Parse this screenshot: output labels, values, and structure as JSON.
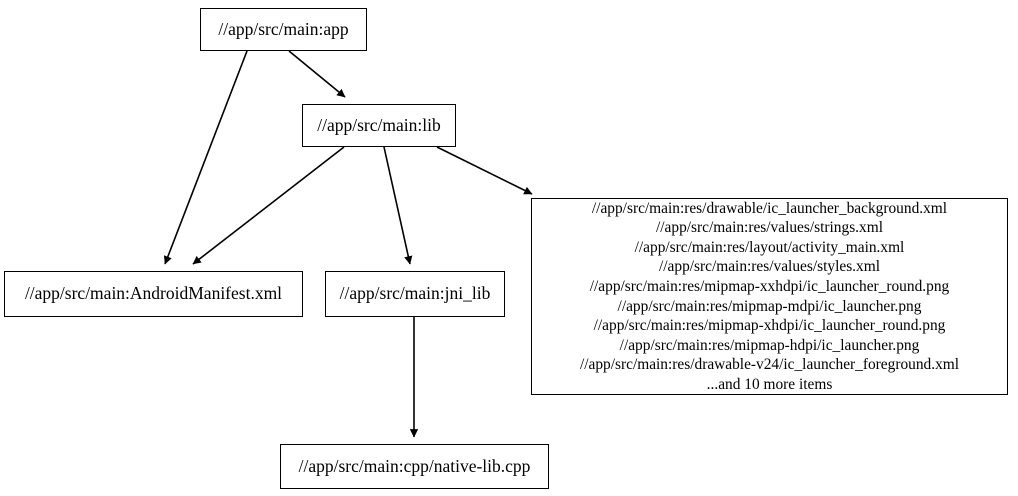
{
  "graph": {
    "type": "dependency-graph",
    "direction": "top-to-bottom",
    "background_color": "#ffffff",
    "node_fill": "#ffffff",
    "node_stroke": "#000000",
    "edge_color": "#000000",
    "nodes": [
      {
        "id": "app",
        "label": "//app/src/main:app"
      },
      {
        "id": "lib",
        "label": "//app/src/main:lib"
      },
      {
        "id": "manifest",
        "label": "//app/src/main:AndroidManifest.xml"
      },
      {
        "id": "jni",
        "label": "//app/src/main:jni_lib"
      },
      {
        "id": "native",
        "label": "//app/src/main:cpp/native-lib.cpp"
      },
      {
        "id": "res",
        "label": "//app/src/main:res/drawable/ic_launcher_background.xml\n//app/src/main:res/values/strings.xml\n//app/src/main:res/layout/activity_main.xml\n//app/src/main:res/values/styles.xml\n//app/src/main:res/mipmap-xxhdpi/ic_launcher_round.png\n//app/src/main:res/mipmap-mdpi/ic_launcher.png\n//app/src/main:res/mipmap-xhdpi/ic_launcher_round.png\n//app/src/main:res/mipmap-hdpi/ic_launcher.png\n//app/src/main:res/drawable-v24/ic_launcher_foreground.xml\n...and 10 more items",
        "lines": [
          "//app/src/main:res/drawable/ic_launcher_background.xml",
          "//app/src/main:res/values/strings.xml",
          "//app/src/main:res/layout/activity_main.xml",
          "//app/src/main:res/values/styles.xml",
          "//app/src/main:res/mipmap-xxhdpi/ic_launcher_round.png",
          "//app/src/main:res/mipmap-mdpi/ic_launcher.png",
          "//app/src/main:res/mipmap-xhdpi/ic_launcher_round.png",
          "//app/src/main:res/mipmap-hdpi/ic_launcher.png",
          "//app/src/main:res/drawable-v24/ic_launcher_foreground.xml",
          "...and 10 more items"
        ]
      }
    ],
    "edges": [
      {
        "id": "app-lib",
        "from": "app",
        "to": "lib"
      },
      {
        "id": "app-manifest",
        "from": "app",
        "to": "manifest"
      },
      {
        "id": "lib-manifest",
        "from": "lib",
        "to": "manifest"
      },
      {
        "id": "lib-jni",
        "from": "lib",
        "to": "jni"
      },
      {
        "id": "lib-res",
        "from": "lib",
        "to": "res"
      },
      {
        "id": "jni-native",
        "from": "jni",
        "to": "native"
      }
    ]
  }
}
